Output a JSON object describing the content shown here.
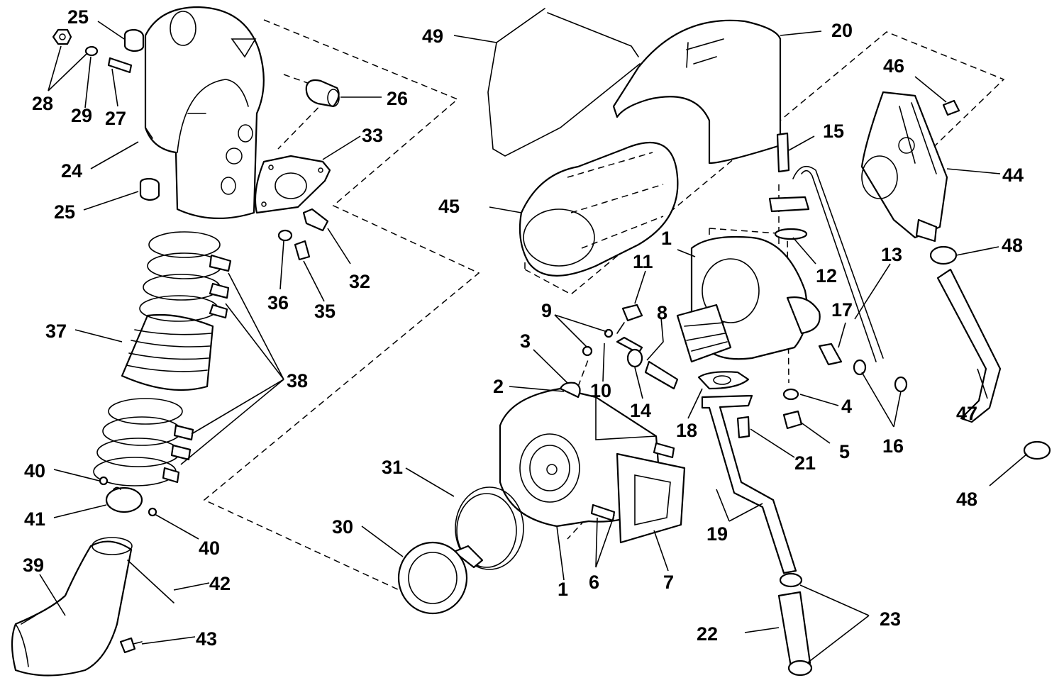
{
  "callouts": [
    "25",
    "28",
    "29",
    "27",
    "26",
    "24",
    "33",
    "25",
    "32",
    "36",
    "35",
    "37",
    "38",
    "40",
    "41",
    "40",
    "39",
    "42",
    "43",
    "30",
    "31",
    "1",
    "6",
    "7",
    "2",
    "3",
    "9",
    "10",
    "11",
    "14",
    "8",
    "1",
    "18",
    "4",
    "5",
    "21",
    "19",
    "22",
    "23",
    "45",
    "49",
    "20",
    "15",
    "12",
    "13",
    "17",
    "16",
    "46",
    "44",
    "48",
    "47",
    "48"
  ],
  "colors": {
    "line": "#000000",
    "background": "#ffffff"
  }
}
